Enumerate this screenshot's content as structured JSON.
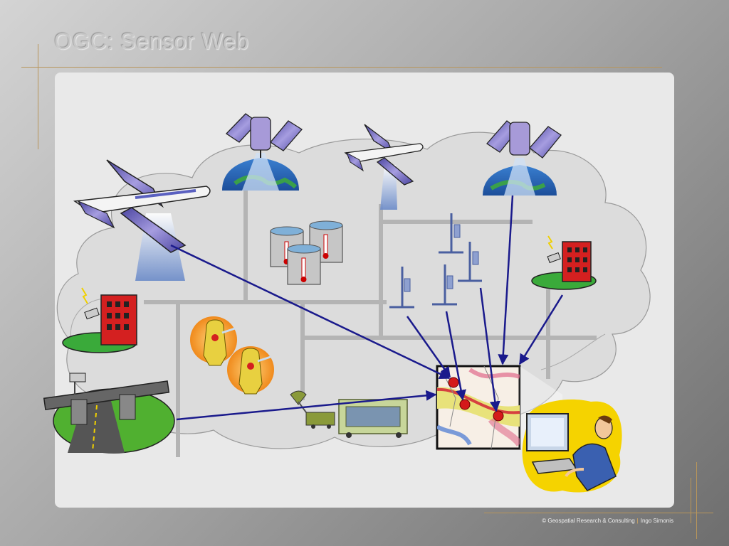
{
  "slide": {
    "title": "OGC: Sensor Web",
    "footer": {
      "copyright": "© Geospatial Research & Consulting",
      "separator": "|",
      "author": "Ingo Simonis"
    }
  },
  "colors": {
    "arrow": "#1a1a8c",
    "cloud": "#dcdcdc",
    "roads": "#b4b4b4",
    "accent_rule": "#b8955a",
    "building": "#d42020",
    "satellite": "#8a7fd0"
  }
}
